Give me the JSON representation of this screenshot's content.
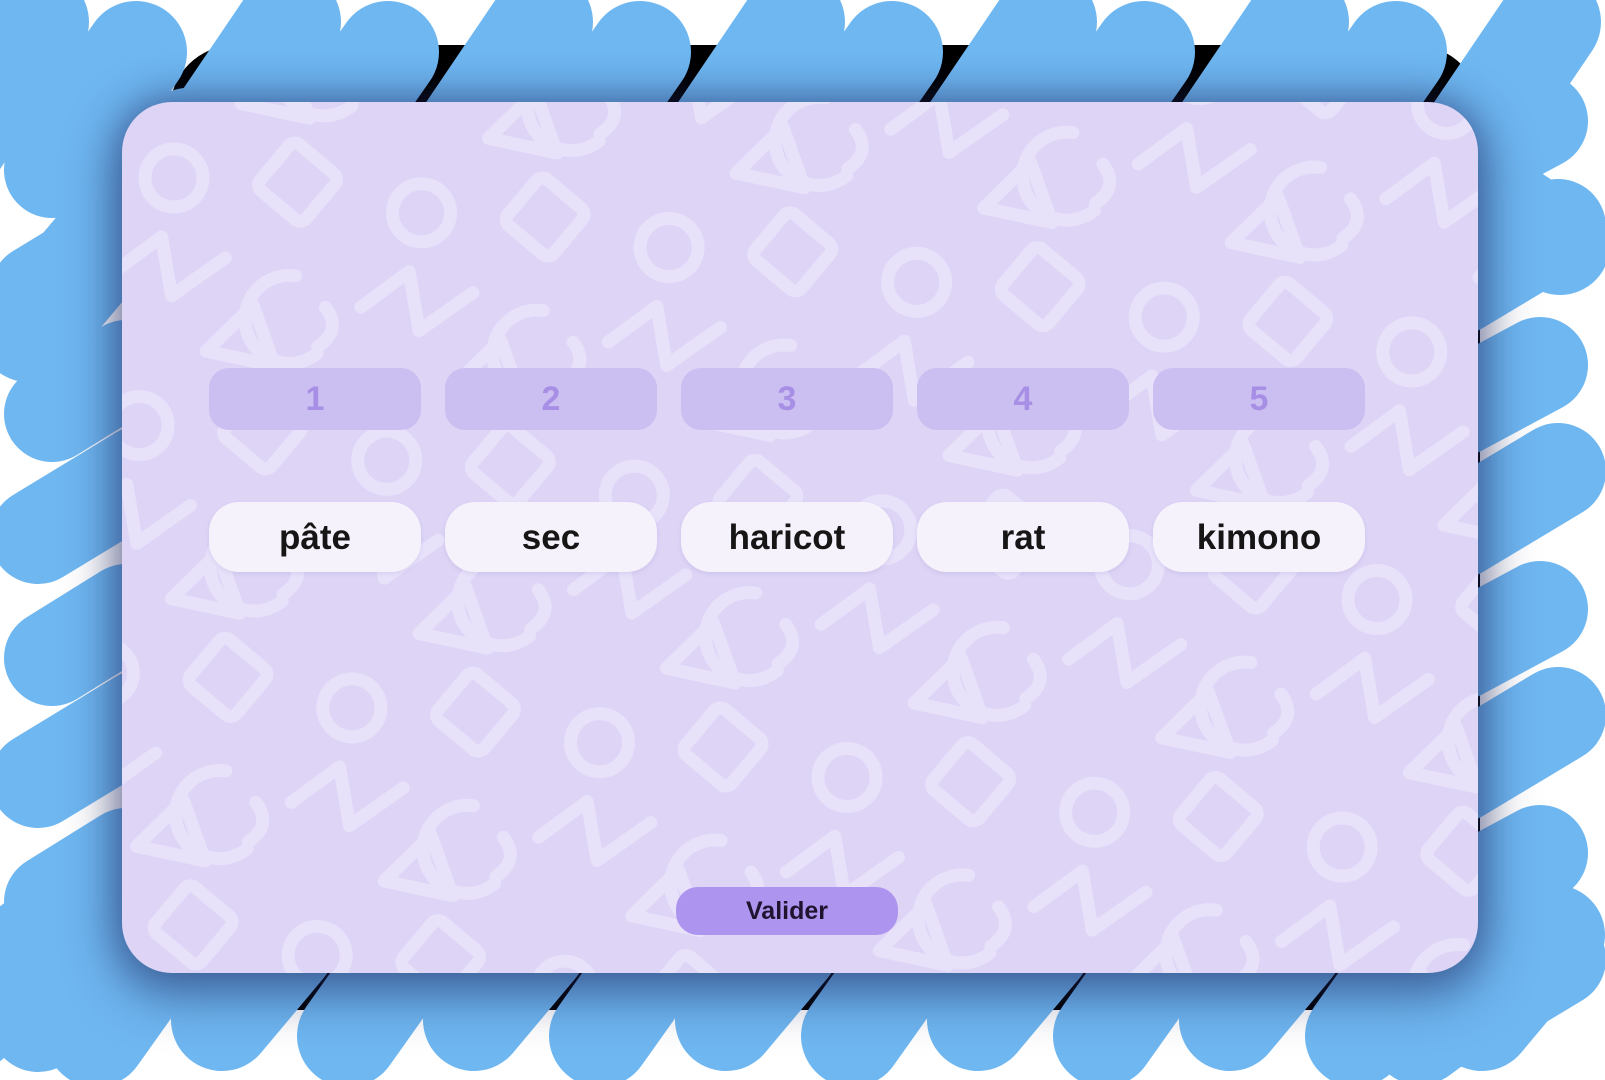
{
  "game": {
    "slots": [
      "1",
      "2",
      "3",
      "4",
      "5"
    ],
    "words": [
      "pâte",
      "sec",
      "haricot",
      "rat",
      "kimono"
    ],
    "validate_label": "Valider"
  },
  "colors": {
    "frame_blue": "#6fb7f1",
    "frame_accent_black": "#000000",
    "card_background": "#ddd4f6",
    "pattern_lines": "#e8e1fa",
    "slot_background": "#cbbef1",
    "slot_number_text": "#a78fe6",
    "word_background": "#f6f2fc",
    "word_text": "#161616",
    "button_background": "#ad95ef",
    "button_text": "#1e1430"
  }
}
